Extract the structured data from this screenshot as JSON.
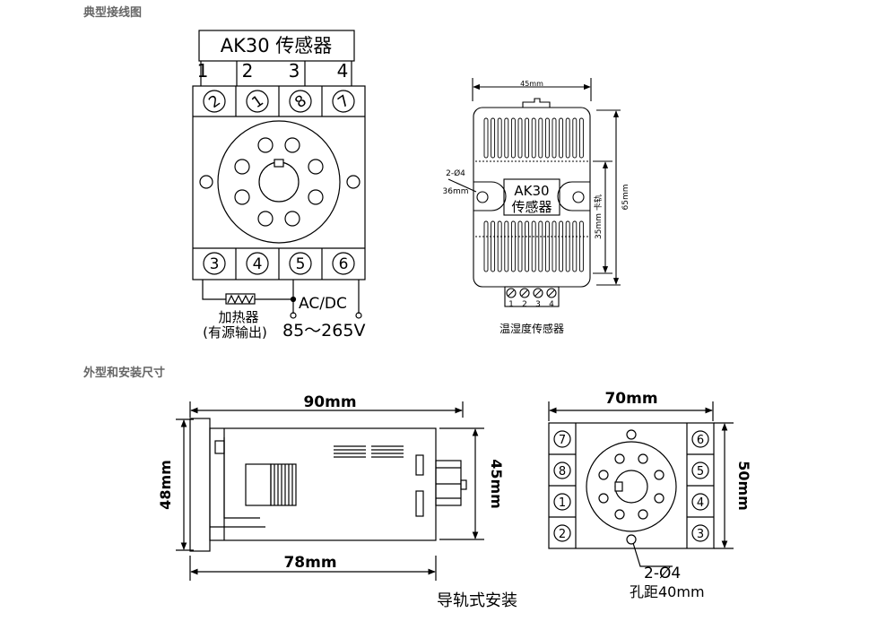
{
  "headings": {
    "wiring": "典型接线图",
    "dimensions": "外型和安装尺寸"
  },
  "wiring": {
    "sensor_box_label": "AK30 传感器",
    "wire_numbers": [
      "1",
      "2",
      "3",
      "4"
    ],
    "top_terminals": [
      "2",
      "1",
      "8",
      "7"
    ],
    "bottom_terminals": [
      "3",
      "4",
      "5",
      "6"
    ],
    "power_label": "AC/DC",
    "heater_label": "加热器",
    "heater_sub_label": "(有源输出)",
    "voltage_label": "85～265V"
  },
  "sensor": {
    "width_label": "45mm",
    "height_label": "65mm",
    "rail_label": "35mm 卡轨",
    "hole_label": "2-Ø4",
    "hole_spacing_label": "36mm",
    "name_line1": "AK30",
    "name_line2": "传感器",
    "terminals": [
      "1",
      "2",
      "3",
      "4"
    ],
    "caption": "温湿度传感器"
  },
  "side_view": {
    "total_length": "90mm",
    "height": "48mm",
    "body_height": "45mm",
    "body_length": "78mm"
  },
  "socket": {
    "width": "70mm",
    "height": "50mm",
    "left_terminals": [
      "7",
      "8",
      "1",
      "2"
    ],
    "right_terminals": [
      "6",
      "5",
      "4",
      "3"
    ],
    "hole_label": "2-Ø4",
    "hole_spacing_label": "孔距40mm",
    "mount_caption": "导轨式安装"
  }
}
